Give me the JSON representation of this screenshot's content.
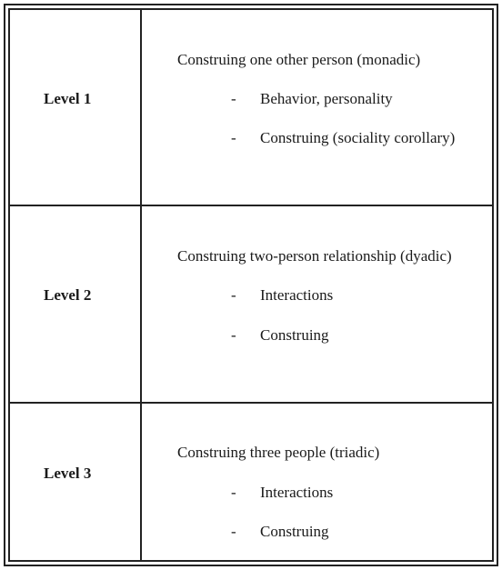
{
  "rows": [
    {
      "level": "Level 1",
      "heading": "Construing one other person (monadic)",
      "items": [
        {
          "marker": "-",
          "text": "Behavior, personality"
        },
        {
          "marker": "-",
          "text": "Construing (sociality corollary)"
        }
      ]
    },
    {
      "level": "Level 2",
      "heading": "Construing two-person relationship (dyadic)",
      "items": [
        {
          "marker": "-",
          "text": "Interactions"
        },
        {
          "marker": "-",
          "text": "Construing"
        }
      ]
    },
    {
      "level": "Level 3",
      "heading": "Construing three people (triadic)",
      "items": [
        {
          "marker": "-",
          "text": "Interactions"
        },
        {
          "marker": "-",
          "text": "Construing"
        }
      ]
    }
  ]
}
